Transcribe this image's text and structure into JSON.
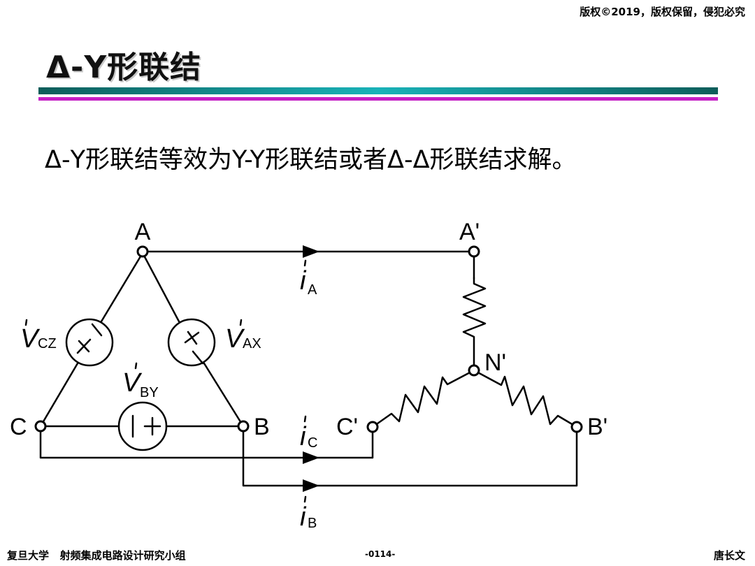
{
  "header": {
    "copyright": "版权©2019，版权保留，侵犯必究"
  },
  "slide": {
    "title": "Δ-Y形联结",
    "statement": "Δ-Y形联结等效为Y-Y形联结或者Δ-Δ形联结求解。"
  },
  "circuit": {
    "nodes": {
      "A": "A",
      "B": "B",
      "C": "C",
      "A_prime": "A'",
      "B_prime": "B'",
      "C_prime": "C'",
      "N_prime": "N'"
    },
    "sources": {
      "V_AX": {
        "symbol": "V",
        "subscript": "AX"
      },
      "V_BY": {
        "symbol": "V",
        "subscript": "BY"
      },
      "V_CZ": {
        "symbol": "V",
        "subscript": "CZ"
      }
    },
    "currents": {
      "i_A": {
        "symbol": "i",
        "subscript": "A"
      },
      "i_B": {
        "symbol": "i",
        "subscript": "B"
      },
      "i_C": {
        "symbol": "i",
        "subscript": "C"
      }
    }
  },
  "footer": {
    "left": "复旦大学   射频集成电路设计研究小组",
    "page": "-0114-",
    "author": "唐长文"
  }
}
